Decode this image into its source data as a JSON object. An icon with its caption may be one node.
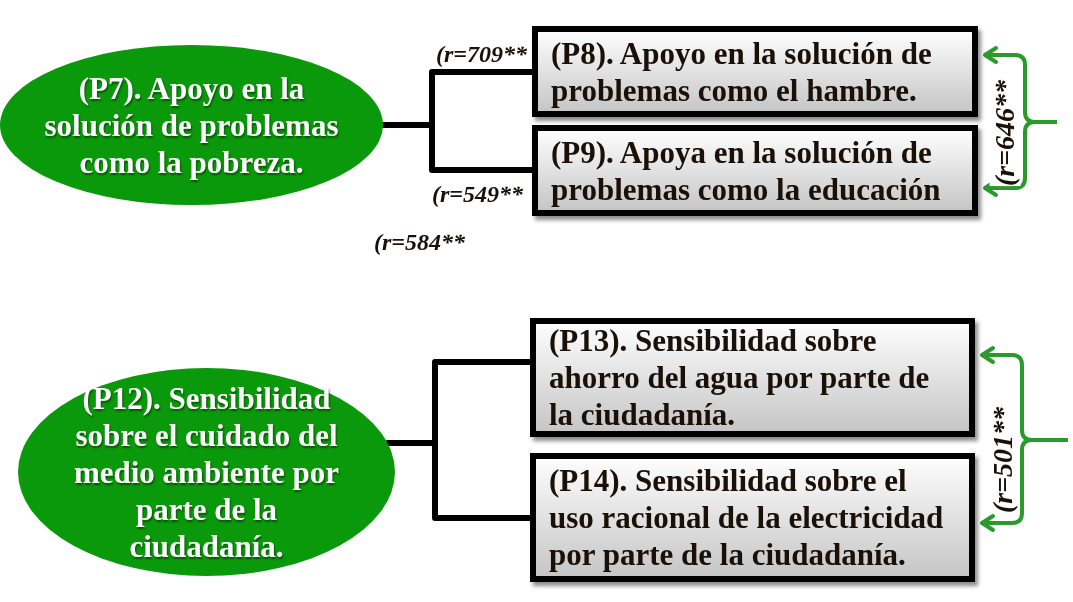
{
  "diagram": {
    "nodes": [
      {
        "text": [
          "(P7). Apoyo en la solución de problemas como la pobreza."
        ]
      },
      {
        "text": [
          "(P8). Apoyo en la solución de problemas como el hambre."
        ]
      },
      {
        "text": [
          "(P9). Apoya en la solución de problemas como la educación"
        ]
      },
      {
        "text": [
          "(P12). Sensibilidad sobre el cuidado del medio ambiente por parte de la ciudadanía."
        ]
      },
      {
        "text": [
          "(P13). Sensibilidad sobre ahorro del agua por parte de la ciudadanía."
        ]
      },
      {
        "text": [
          "(P14). Sensibilidad sobre el uso racional de la electricidad por parte de la ciudadanía."
        ]
      }
    ],
    "edges": [
      {
        "from": 0,
        "to": 1,
        "arrow": "none",
        "label": "(r=709**"
      },
      {
        "from": 0,
        "to": 2,
        "arrow": "none",
        "label": "(r=549**"
      },
      {
        "from": 1,
        "to": 2,
        "arrow": "both",
        "label": "(r=646**",
        "color": "#2a9a2a"
      },
      {
        "from": 3,
        "to": 4,
        "arrow": "none"
      },
      {
        "from": 3,
        "to": 5,
        "arrow": "none"
      },
      {
        "from": 4,
        "to": 5,
        "arrow": "both",
        "label": "(r=501**",
        "color": "#2a9a2a"
      }
    ],
    "labels": [
      "(r=584**"
    ]
  }
}
